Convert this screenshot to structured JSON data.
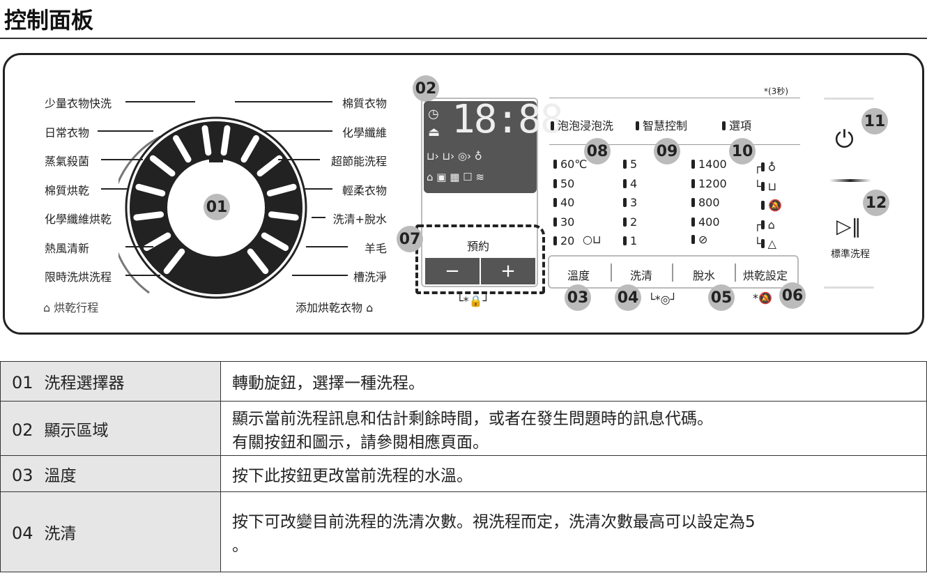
{
  "title": "控制面板",
  "dial": {
    "badge": "01",
    "left": [
      "少量衣物快洗",
      "日常衣物",
      "蒸氣殺菌",
      "棉質烘乾",
      "化學纖維烘乾",
      "熱風清新",
      "限時洗烘洗程"
    ],
    "right": [
      "棉質衣物",
      "化學纖維",
      "超節能洗程",
      "輕柔衣物",
      "洗清+脫水",
      "羊毛",
      "槽洗淨"
    ],
    "dry_course": "烘乾行程",
    "add_dry": "添加烘乾衣物"
  },
  "display": {
    "badge": "02",
    "digits": "18:88",
    "reserve": "預約",
    "minus": "−",
    "plus": "+",
    "lock_hint": "*"
  },
  "top": {
    "hold_note": "*(3秒)",
    "bubble": "泡泡浸泡洗",
    "smart": "智慧控制",
    "options": "選項"
  },
  "temp": [
    "60℃",
    "50",
    "40",
    "30",
    "20"
  ],
  "rinse": [
    "5",
    "4",
    "3",
    "2",
    "1"
  ],
  "spin": [
    "1400",
    "1200",
    "800",
    "400"
  ],
  "buttons": {
    "temp": "溫度",
    "rinse": "洗清",
    "spin": "脫水",
    "dry": "烘乾設定",
    "b03": "03",
    "b04": "04",
    "b05": "05",
    "b06": "06",
    "b07": "07",
    "b08": "08",
    "b09": "09",
    "b10": "10",
    "b11": "11",
    "b12": "12",
    "star": "*"
  },
  "right_panel": {
    "start_label": "標準洗程"
  },
  "table": [
    {
      "num": "01",
      "name": "洗程選擇器",
      "desc": [
        "轉動旋鈕，選擇一種洗程。"
      ]
    },
    {
      "num": "02",
      "name": "顯示區域",
      "desc": [
        "顯示當前洗程訊息和估計剩餘時間，或者在發生問題時的訊息代碼。",
        "有關按鈕和圖示，請參閱相應頁面。"
      ]
    },
    {
      "num": "03",
      "name": "溫度",
      "desc": [
        "按下此按鈕更改當前洗程的水溫。"
      ]
    },
    {
      "num": "04",
      "name": "洗清",
      "desc": [
        "按下可改變目前洗程的洗清次數。視洗程而定，洗清次數最高可以設定為5",
        "。"
      ]
    }
  ]
}
